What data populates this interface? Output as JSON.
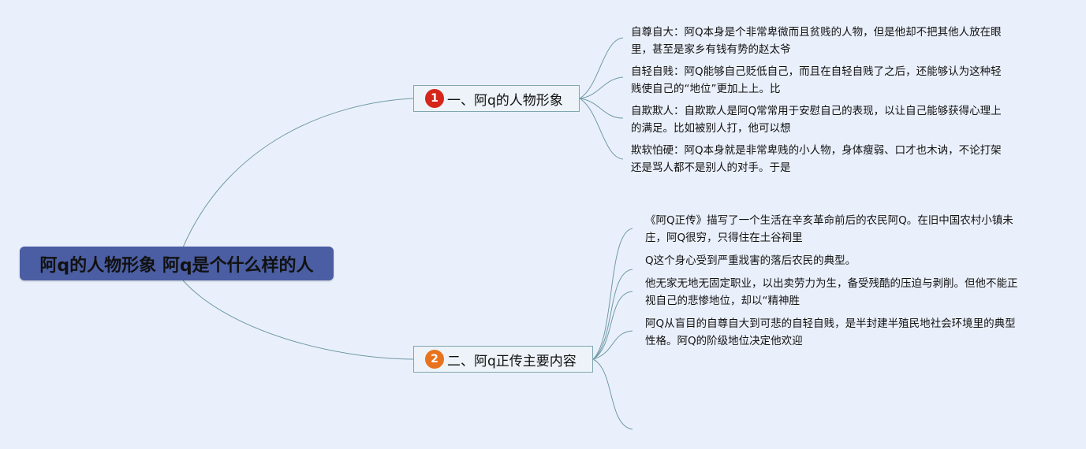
{
  "root": {
    "title": "阿q的人物形象 阿q是个什么样的人"
  },
  "branches": [
    {
      "number": "1",
      "badge_color": "#d6251a",
      "label": "一、阿q的人物形象",
      "leaves": [
        {
          "line1": "自尊自大：阿Q本身是个非常卑微而且贫贱的人物，但是他却不把其他人放在眼",
          "line2": "里，甚至是家乡有钱有势的赵太爷"
        },
        {
          "line1": "自轻自贱：阿Q能够自己贬低自己，而且在自轻自贱了之后，还能够认为这种轻",
          "line2": "贱使自己的“地位”更加上上。比"
        },
        {
          "line1": "自欺欺人：自欺欺人是阿Q常常用于安慰自己的表现，以让自己能够获得心理上",
          "line2": "的满足。比如被别人打，他可以想"
        },
        {
          "line1": "欺软怕硬：阿Q本身就是非常卑贱的小人物，身体瘦弱、口才也木讷，不论打架",
          "line2": "还是骂人都不是别人的对手。于是"
        }
      ]
    },
    {
      "number": "2",
      "badge_color": "#e8731c",
      "label": "二、阿q正传主要内容",
      "leaves": [
        {
          "line1": "《阿Q正传》描写了一个生活在辛亥革命前后的农民阿Q。在旧中国农村小镇未",
          "line2": "庄，阿Q很穷，只得住在土谷祠里"
        },
        {
          "line1": "Q这个身心受到严重戕害的落后农民的典型。",
          "line2": ""
        },
        {
          "line1": "他无家无地无固定职业，以出卖劳力为生，备受残酷的压迫与剥削。但他不能正",
          "line2": "视自己的悲惨地位，却以“精神胜"
        },
        {
          "line1": "阿Q从盲目的自尊自大到可悲的自轻自贱，是半封建半殖民地社会环境里的典型",
          "line2": "性格。阿Q的阶级地位决定他欢迎"
        },
        {
          "line1": "",
          "line2": ""
        }
      ]
    }
  ]
}
